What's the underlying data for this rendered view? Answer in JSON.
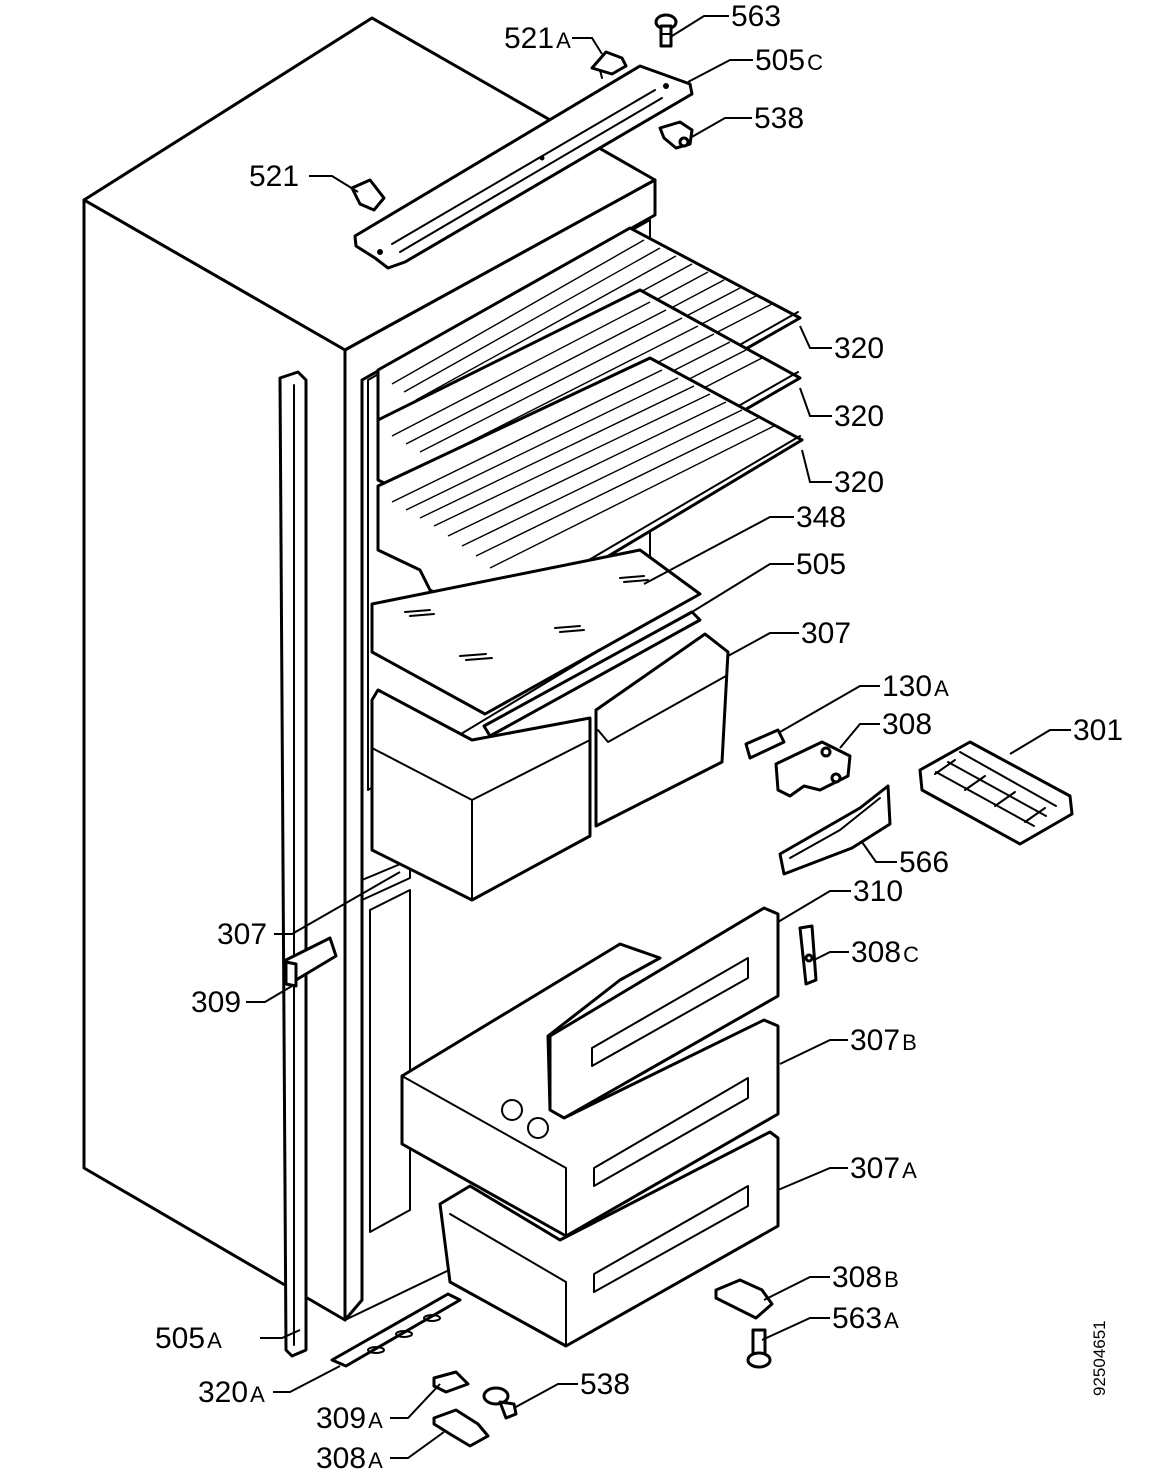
{
  "drawing_number": "92504651",
  "callouts": [
    {
      "id": "c563",
      "number": "563",
      "suffix": ""
    },
    {
      "id": "c521a",
      "number": "521",
      "suffix": "A"
    },
    {
      "id": "c505c",
      "number": "505",
      "suffix": "C"
    },
    {
      "id": "c538top",
      "number": "538",
      "suffix": ""
    },
    {
      "id": "c521",
      "number": "521",
      "suffix": ""
    },
    {
      "id": "c320a",
      "number": "320",
      "suffix": ""
    },
    {
      "id": "c320b",
      "number": "320",
      "suffix": ""
    },
    {
      "id": "c320c",
      "number": "320",
      "suffix": ""
    },
    {
      "id": "c348",
      "number": "348",
      "suffix": ""
    },
    {
      "id": "c505",
      "number": "505",
      "suffix": ""
    },
    {
      "id": "c307",
      "number": "307",
      "suffix": ""
    },
    {
      "id": "c130a",
      "number": "130",
      "suffix": "A"
    },
    {
      "id": "c308",
      "number": "308",
      "suffix": ""
    },
    {
      "id": "c301",
      "number": "301",
      "suffix": ""
    },
    {
      "id": "c566",
      "number": "566",
      "suffix": ""
    },
    {
      "id": "c310",
      "number": "310",
      "suffix": ""
    },
    {
      "id": "c307left",
      "number": "307",
      "suffix": ""
    },
    {
      "id": "c308c",
      "number": "308",
      "suffix": "C"
    },
    {
      "id": "c309",
      "number": "309",
      "suffix": ""
    },
    {
      "id": "c307b",
      "number": "307",
      "suffix": "B"
    },
    {
      "id": "c307a",
      "number": "307",
      "suffix": "A"
    },
    {
      "id": "c308b",
      "number": "308",
      "suffix": "B"
    },
    {
      "id": "c563a",
      "number": "563",
      "suffix": "A"
    },
    {
      "id": "c505a",
      "number": "505",
      "suffix": "A"
    },
    {
      "id": "c320sa",
      "number": "320",
      "suffix": "A"
    },
    {
      "id": "c538bot",
      "number": "538",
      "suffix": ""
    },
    {
      "id": "c309a",
      "number": "309",
      "suffix": "A"
    },
    {
      "id": "c308a",
      "number": "308",
      "suffix": "A"
    }
  ]
}
